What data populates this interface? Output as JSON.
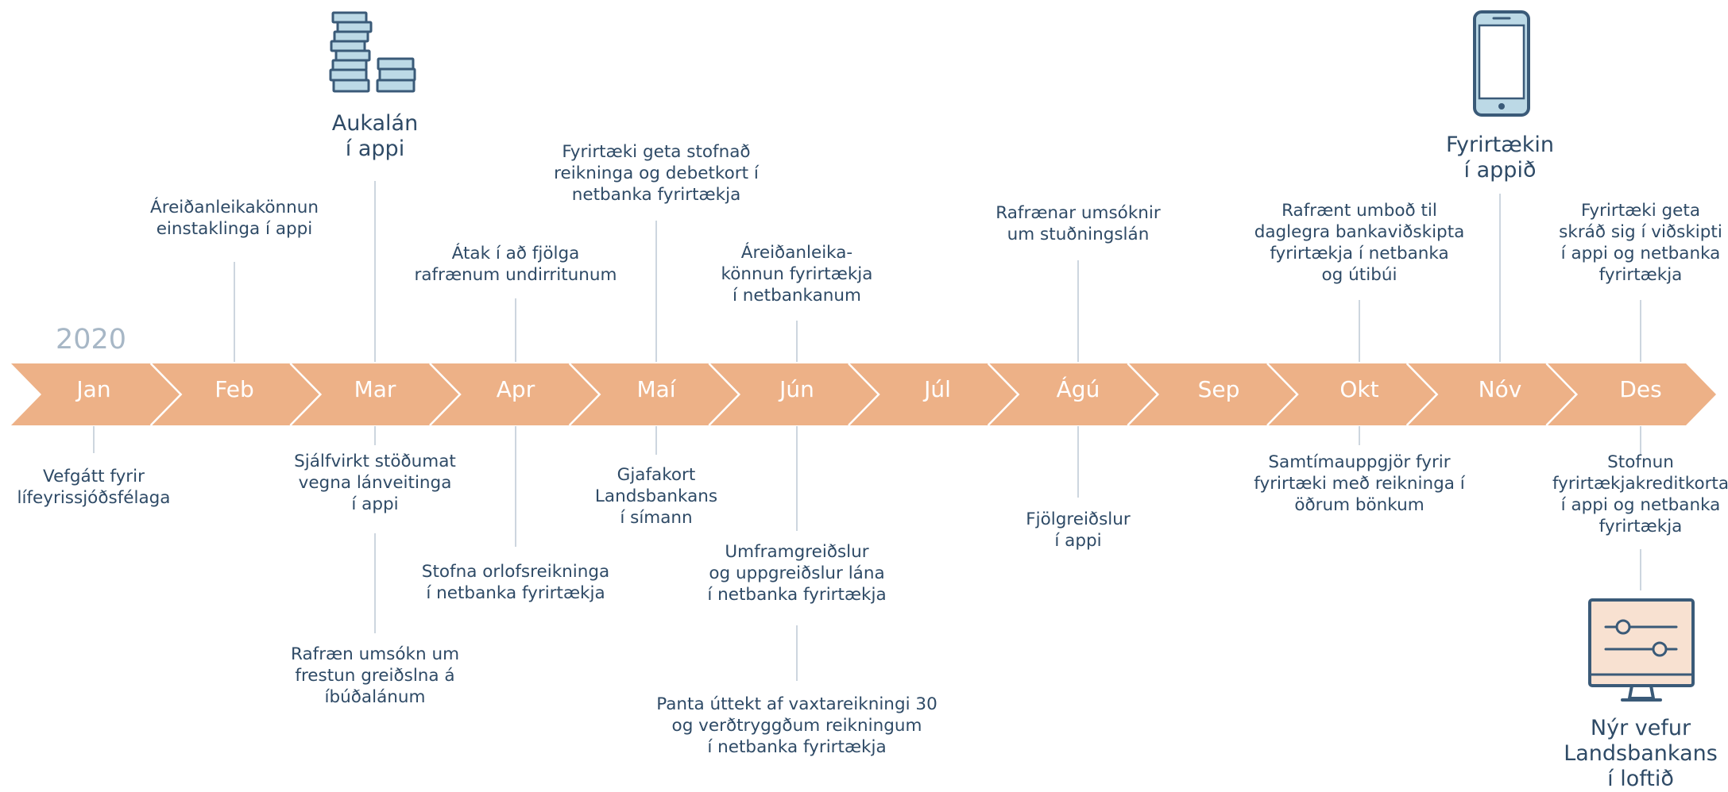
{
  "year": "2020",
  "months": [
    "Jan",
    "Feb",
    "Mar",
    "Apr",
    "Maí",
    "Jún",
    "Júl",
    "Ágú",
    "Sep",
    "Okt",
    "Nóv",
    "Des"
  ],
  "highlights": {
    "aukalan": "Aukalán\ní appi",
    "fyrirtaekin_appid": "Fyrirtækin\ní appið",
    "nyr_vefur": "Nýr vefur\nLandsbankans\ní loftið"
  },
  "events_above": {
    "feb": "Áreiðanleikakönnun\neinstaklinga í appi",
    "apr": "Átak í að fjölga\nrafrænum undirritunum",
    "mai": "Fyrirtæki geta stofnað\nreikninga og debetkort í\nnetbanka fyrirtækja",
    "jun": "Áreiðanleika-\nkönnun fyrirtækja\ní netbankanum",
    "agu": "Rafrænar umsóknir\num stuðningslán",
    "okt": "Rafrænt umboð til\ndaglegra bankaviðskipta\nfyrirtækja í netbanka\nog útibúi",
    "des": "Fyrirtæki geta\nskráð sig í viðskipti\ní appi og netbanka\nfyrirtækja"
  },
  "events_below": {
    "jan": "Vefgátt fyrir\nlífeyrissjóðsfélaga",
    "mar_1": "Sjálfvirkt stöðumat\nvegna lánveitinga\ní appi",
    "mar_2": "Rafræn umsókn um\nfrestun greiðslna á\níbúðalánum",
    "apr": "Stofna orlofsreikninga\ní netbanka fyrirtækja",
    "mai": "Gjafakort\nLandsbankans\ní símann",
    "jun_1": "Umframgreiðslur\nog uppgreiðslur lána\ní netbanka fyrirtækja",
    "jun_2": "Panta úttekt af vaxtareikningi 30\nog verðtryggðum reikningum\ní netbanka fyrirtækja",
    "agu": "Fjölgreiðslur\ní appi",
    "okt": "Samtímauppgjör fyrir\nfyrirtæki með reikninga í\nöðrum bönkum",
    "des": "Stofnun\nfyrirtækjakreditkorta\ní appi og netbanka\nfyrirtækja"
  },
  "icons": {
    "coins": "coin-stack-icon",
    "phone": "smartphone-icon",
    "monitor": "monitor-settings-icon"
  },
  "colors": {
    "band": "#edb187",
    "month_text": "#ffffff",
    "text": "#2e4a66",
    "year": "#a7b7c6",
    "lines": "#cdd6df",
    "icon_fill_blue": "#bcd9e6",
    "icon_fill_peach": "#f8e1d1"
  }
}
